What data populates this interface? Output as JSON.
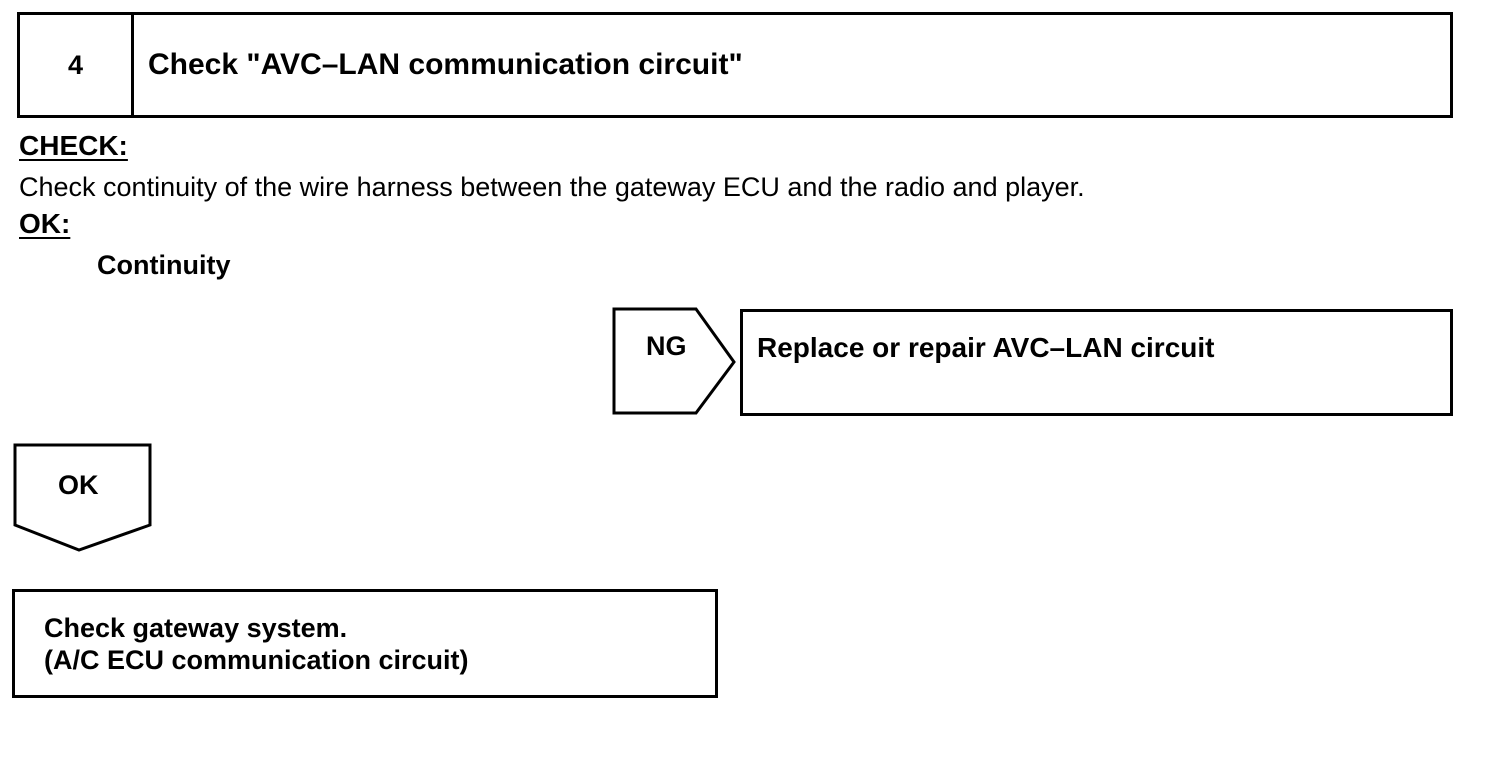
{
  "step": {
    "number": "4",
    "title": "Check \"AVC–LAN communication circuit\""
  },
  "check": {
    "label": "CHECK:",
    "text": "Check continuity of the wire harness between the gateway ECU and the radio and player."
  },
  "ok_spec": {
    "label": "OK:",
    "value": "Continuity"
  },
  "ng_branch": {
    "label": "NG",
    "result": "Replace or repair AVC–LAN circuit"
  },
  "ok_branch": {
    "label": "OK"
  },
  "next_step": {
    "line1": "Check gateway system.",
    "line2": "(A/C ECU communication circuit)"
  }
}
